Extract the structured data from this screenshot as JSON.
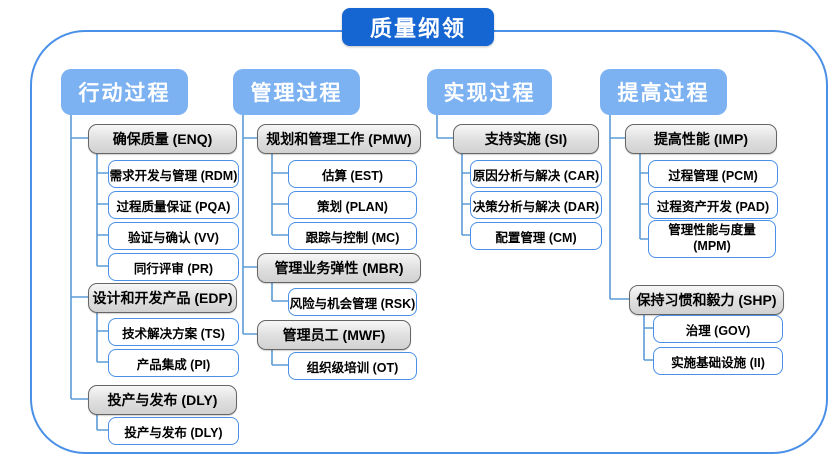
{
  "title": "质量纲领",
  "columns": [
    {
      "header": "行动过程",
      "groups": [
        {
          "label": "确保质量 (ENQ)",
          "children": [
            "需求开发与管理 (RDM)",
            "过程质量保证 (PQA)",
            "验证与确认 (VV)",
            "同行评审 (PR)"
          ]
        },
        {
          "label": "设计和开发产品 (EDP)",
          "children": [
            "技术解决方案 (TS)",
            "产品集成 (PI)"
          ]
        },
        {
          "label": "投产与发布 (DLY)",
          "children": [
            "投产与发布 (DLY)"
          ]
        }
      ]
    },
    {
      "header": "管理过程",
      "groups": [
        {
          "label": "规划和管理工作 (PMW)",
          "children": [
            "估算 (EST)",
            "策划 (PLAN)",
            "跟踪与控制 (MC)"
          ]
        },
        {
          "label": "管理业务弹性 (MBR)",
          "children": [
            "风险与机会管理 (RSK)"
          ]
        },
        {
          "label": "管理员工 (MWF)",
          "children": [
            "组织级培训 (OT)"
          ]
        }
      ]
    },
    {
      "header": "实现过程",
      "groups": [
        {
          "label": "支持实施 (SI)",
          "children": [
            "原因分析与解决 (CAR)",
            "决策分析与解决 (DAR)",
            "配置管理 (CM)"
          ]
        }
      ]
    },
    {
      "header": "提高过程",
      "groups": [
        {
          "label": "提高性能 (IMP)",
          "children": [
            "过程管理 (PCM)",
            "过程资产开发 (PAD)",
            "管理性能与度量 (MPM)"
          ]
        },
        {
          "label": "保持习惯和毅力 (SHP)",
          "children": [
            "治理 (GOV)",
            "实施基础设施 (II)"
          ]
        }
      ]
    }
  ],
  "colors": {
    "title_fill": "#1565d2",
    "header_fill": "#7cb1f2",
    "group_fill": "#d9d9d9",
    "group_border": "#666666",
    "leaf_border": "#4a90e8",
    "connector": "#5b9bd5",
    "container_border": "#4a90e8"
  }
}
